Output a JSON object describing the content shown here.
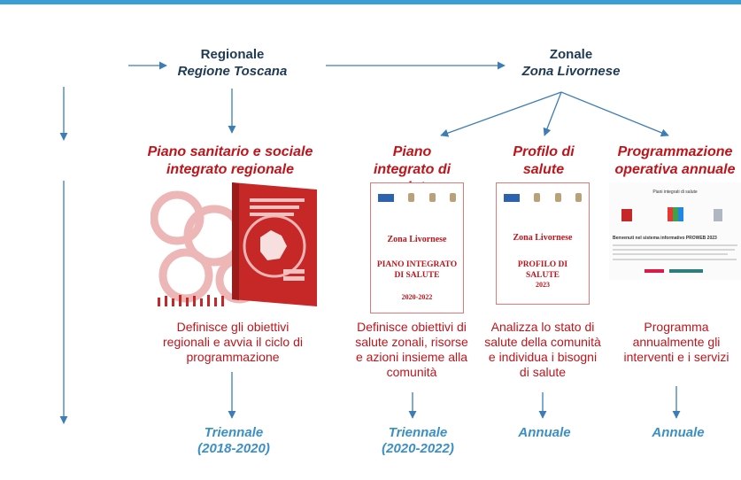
{
  "levels": {
    "regional": {
      "label": "Regionale",
      "sublabel": "Regione Toscana"
    },
    "zonal": {
      "label": "Zonale",
      "sublabel": "Zona Livornese"
    }
  },
  "plans": [
    {
      "title": "Piano sanitario e sociale integrato regionale",
      "description": "Definisce gli obiettivi regionali e avvia il ciclo di programmazione",
      "frequency": "Triennale (2018-2020)"
    },
    {
      "title": "Piano integrato di salute",
      "description": "Definisce obiettivi di salute zonali, risorse e azioni insieme alla comunità",
      "frequency": "Triennale (2020-2022)",
      "doc": {
        "zona": "Zona Livornese",
        "title": "PIANO INTEGRATO DI SALUTE",
        "year": "2020-2022"
      }
    },
    {
      "title": "Profilo di salute",
      "description": "Analizza lo stato di salute della comunità e individua i bisogni di salute",
      "frequency": "Annuale",
      "doc": {
        "zona": "Zona Livornese",
        "title": "PROFILO DI SALUTE",
        "year": "2023"
      }
    },
    {
      "title": "Programmazione operativa annuale",
      "description": "Programma annualmente gli interventi e i servizi",
      "frequency": "Annuale",
      "screenshot": {
        "heading": "Piani integrati di salute",
        "banner": "Benvenuti nel sistema informativo PROWEB 2023"
      }
    }
  ],
  "colors": {
    "accent": "#3b9fd6",
    "arrow": "#3c7db5",
    "title_red": "#c0141b",
    "freq_blue": "#3b8fc7",
    "level_text": "#1f3a54"
  }
}
